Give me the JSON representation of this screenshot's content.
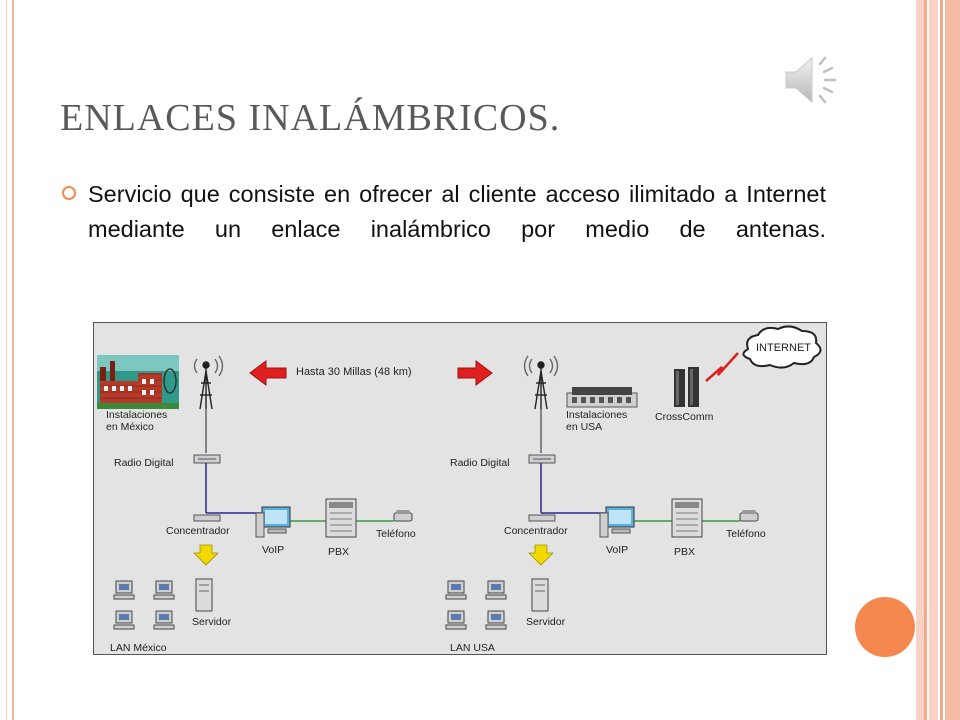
{
  "slide": {
    "title": "ENLACES INALÁMBRICOS.",
    "bullet": "Servicio que consiste en ofrecer al cliente acceso ilimitado a Internet mediante un enlace inalámbrico por medio de antenas."
  },
  "diagram": {
    "distance_label": "Hasta 30 Millas (48 km)",
    "internet_label": "INTERNET",
    "mexico": {
      "site_label_1": "Instalaciones",
      "site_label_2": "en México",
      "radio_label": "Radio Digital",
      "hub_label": "Concentrador",
      "voip_label": "VoIP",
      "pbx_label": "PBX",
      "phone_label": "Teléfono",
      "server_label": "Servidor",
      "lan_label": "LAN México"
    },
    "usa": {
      "site_label_1": "Instalaciones",
      "site_label_2": "en USA",
      "crosscomm_label": "CrossComm",
      "radio_label": "Radio Digital",
      "hub_label": "Concentrador",
      "voip_label": "VoIP",
      "pbx_label": "PBX",
      "phone_label": "Teléfono",
      "server_label": "Servidor",
      "lan_label": "LAN USA"
    }
  },
  "colors": {
    "accent": "#f4884f",
    "title": "#595959",
    "stripe_dark": "#f2a98e",
    "stripe_light": "#f8d3c5",
    "arrow_red": "#e02020",
    "arrow_yellow": "#f0d800",
    "link_blue": "#2a2a8a",
    "link_green": "#3a9a3a"
  },
  "icons": [
    "speaker-icon",
    "bullet-circle-icon"
  ]
}
